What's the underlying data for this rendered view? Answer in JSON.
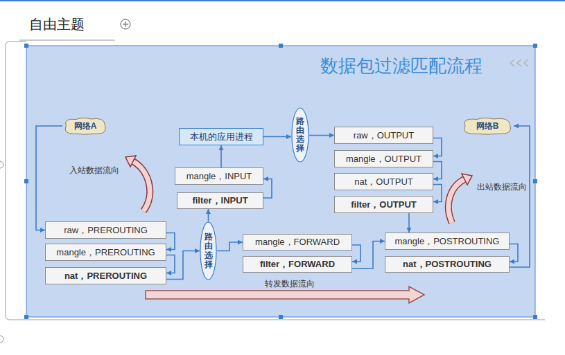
{
  "diagram": {
    "title": "数据包过滤匹配流程",
    "nodes": [
      {
        "text": [
          "网络A"
        ]
      },
      {
        "text": [
          "本机的应用进程"
        ]
      },
      {
        "text": [
          "路由选择"
        ]
      },
      {
        "text": [
          "raw，OUTPUT"
        ]
      },
      {
        "text": [
          "mangle，OUTPUT"
        ]
      },
      {
        "text": [
          "nat，OUTPUT"
        ]
      },
      {
        "text": [
          "filter，OUTPUT"
        ]
      },
      {
        "text": [
          "网络B"
        ]
      },
      {
        "text": [
          "mangle，INPUT"
        ]
      },
      {
        "text": [
          "filter，INPUT"
        ]
      },
      {
        "text": [
          "raw，PREROUTING"
        ]
      },
      {
        "text": [
          "mangle，PREROUTING"
        ]
      },
      {
        "text": [
          "nat，PREROUTING"
        ]
      },
      {
        "text": [
          "路由选择"
        ]
      },
      {
        "text": [
          "mangle，FORWARD"
        ]
      },
      {
        "text": [
          "filter，FORWARD"
        ]
      },
      {
        "text": [
          "mangle，POSTROUTING"
        ]
      },
      {
        "text": [
          "nat，POSTROUTING"
        ]
      }
    ],
    "edges": [
      {
        "from": 0,
        "to": 10,
        "arrow": "to"
      },
      {
        "from": 10,
        "to": 11,
        "arrow": "to"
      },
      {
        "from": 11,
        "to": 12,
        "arrow": "to"
      },
      {
        "from": 12,
        "to": 13,
        "arrow": "to"
      },
      {
        "from": 13,
        "to": 14,
        "arrow": "to"
      },
      {
        "from": 14,
        "to": 15,
        "arrow": "to"
      },
      {
        "from": 15,
        "to": 16,
        "arrow": "to"
      },
      {
        "from": 16,
        "to": 17,
        "arrow": "to"
      },
      {
        "from": 17,
        "to": 7,
        "arrow": "to"
      },
      {
        "from": 13,
        "to": 9,
        "arrow": "to"
      },
      {
        "from": 9,
        "to": 8,
        "arrow": "to"
      },
      {
        "from": 8,
        "to": 1,
        "arrow": "to"
      },
      {
        "from": 1,
        "to": 2,
        "arrow": "to"
      },
      {
        "from": 2,
        "to": 3,
        "arrow": "to"
      },
      {
        "from": 3,
        "to": 4,
        "arrow": "to"
      },
      {
        "from": 4,
        "to": 5,
        "arrow": "to"
      },
      {
        "from": 5,
        "to": 6,
        "arrow": "to"
      },
      {
        "from": 6,
        "to": 16,
        "arrow": "to"
      }
    ],
    "labels": [
      "自由主题",
      "入站数据流向",
      "出站数据流向",
      "转发数据流向"
    ]
  }
}
